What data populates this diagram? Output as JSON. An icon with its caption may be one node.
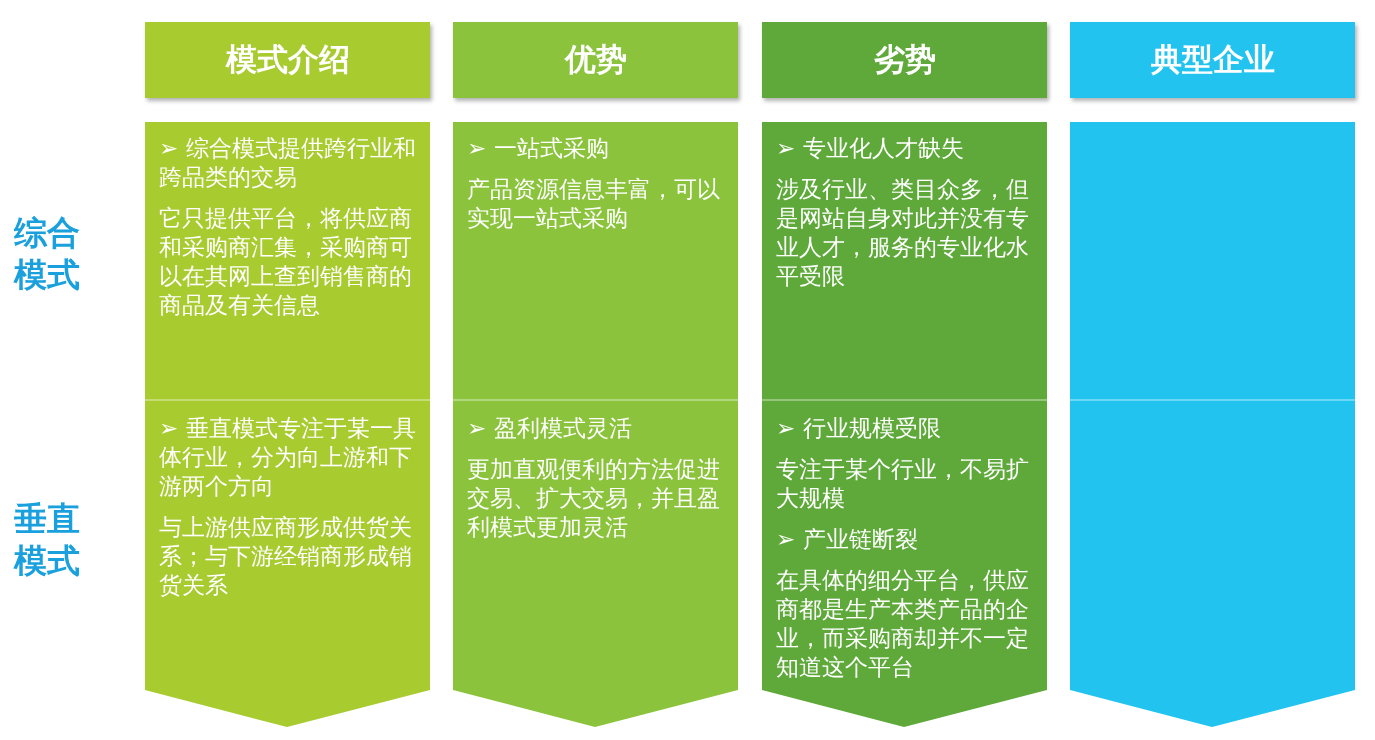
{
  "diagram": {
    "nodes": [
      {
        "text": [
          "模式介绍"
        ]
      },
      {
        "text": [
          "优势"
        ]
      },
      {
        "text": [
          "劣势"
        ]
      },
      {
        "text": [
          "典型企业"
        ]
      },
      {
        "text": [],
        "shape": "box"
      },
      {
        "text": [],
        "shape": "box"
      },
      {
        "text": [],
        "shape": "box"
      },
      {
        "text": [],
        "shape": "box"
      },
      {
        "text": [
          "➢ 综合模式提供跨行业和跨品类的交易",
          "它只提供平台，将供应商和采购商汇集，采购商可以在其网上查到销售商的商品及有关信息"
        ],
        "in": 4
      },
      {
        "text": [
          "➢ 垂直模式专注于某一具体行业，分为向上游和下游两个方向",
          "与上游供应商形成供货关系；与下游经销商形成销货关系"
        ],
        "in": 4
      },
      {
        "text": [
          "➢ 一站式采购",
          "产品资源信息丰富，可以实现一站式采购"
        ],
        "in": 5
      },
      {
        "text": [
          "➢ 盈利模式灵活",
          "更加直观便利的方法促进交易、扩大交易，并且盈利模式更加灵活"
        ],
        "in": 5
      },
      {
        "text": [
          "➢ 专业化人才缺失",
          "涉及行业、类目众多，但是网站自身对此并没有专业人才，服务的专业化水平受限"
        ],
        "in": 6
      },
      {
        "text": [
          "➢ 行业规模受限",
          "专注于某个行业，不易扩大规模",
          "➢ 产业链断裂",
          "在具体的细分平台，供应商都是生产本类产品的企业，而采购商却并不一定知道这个平台"
        ],
        "in": 6
      }
    ],
    "labels": [
      "综合模式",
      "垂直模式"
    ]
  }
}
